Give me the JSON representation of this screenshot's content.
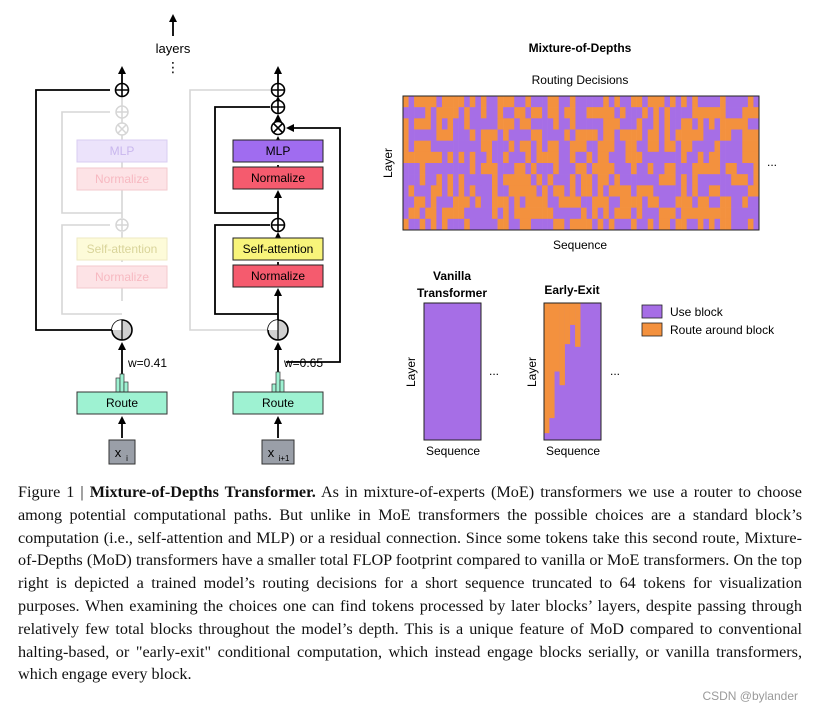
{
  "colors": {
    "route": "#9ef2d2",
    "mlp": "#a06cf0",
    "normalize": "#f55b6e",
    "self_attention": "#f8f47a",
    "token": "#9a9fa8",
    "use_block": "#a66ee6",
    "route_around": "#f3913e"
  },
  "diagram": {
    "layers_label": "layers",
    "vdots": "⋮",
    "left_stack": {
      "mlp": "MLP",
      "normalize_top": "Normalize",
      "self_attention": "Self-attention",
      "normalize_bottom": "Normalize",
      "route": "Route",
      "weight": "w=0.41",
      "token_base": "x",
      "token_sub": "i"
    },
    "right_stack": {
      "mlp": "MLP",
      "normalize_top": "Normalize",
      "self_attention": "Self-attention",
      "normalize_bottom": "Normalize",
      "route": "Route",
      "weight": "w=0.65",
      "token_base": "x",
      "token_sub": "i+1"
    }
  },
  "heatmap": {
    "panel_title": "Mixture-of-Depths",
    "title": "Routing Decisions",
    "ylabel": "Layer",
    "xlabel": "Sequence",
    "ellipsis": "...",
    "rows": 12,
    "cols": 64,
    "value_legend": {
      "0": "Route around block",
      "1": "Use block"
    }
  },
  "vanilla": {
    "title_line1": "Vanilla",
    "title_line2": "Transformer",
    "ylabel": "Layer",
    "xlabel": "Sequence",
    "ellipsis": "..."
  },
  "early_exit": {
    "title": "Early-Exit",
    "ylabel": "Layer",
    "xlabel": "Sequence",
    "ellipsis": "...",
    "exit_layer_per_column": [
      0.95,
      0.84,
      0.5,
      0.6,
      0.3,
      0.16,
      0.32,
      0.0,
      0.0,
      0.0,
      0.0
    ]
  },
  "legend": [
    {
      "label": "Use block",
      "color": "#a66ee6"
    },
    {
      "label": "Route around block",
      "color": "#f3913e"
    }
  ],
  "caption": {
    "prefix": "Figure 1 | ",
    "title": "Mixture-of-Depths Transformer.",
    "body": " As in mixture-of-experts (MoE) transformers we use a router to choose among potential computational paths. But unlike in MoE transformers the possible choices are a standard block’s computation (i.e., self-attention and MLP) or a residual connection. Since some tokens take this second route, Mixture-of-Depths (MoD) transformers have a smaller total FLOP footprint compared to vanilla or MoE transformers. On the top right is depicted a trained model’s routing decisions for a short sequence truncated to 64 tokens for visualization purposes. When examining the choices one can find tokens processed by later blocks’ layers, despite passing through relatively few total blocks throughout the model’s depth. This is a unique feature of MoD compared to conventional halting-based, or \"early-exit\" conditional computation, which instead engage blocks serially, or vanilla transformers, which engage every block."
  },
  "watermark": "CSDN @bylander"
}
